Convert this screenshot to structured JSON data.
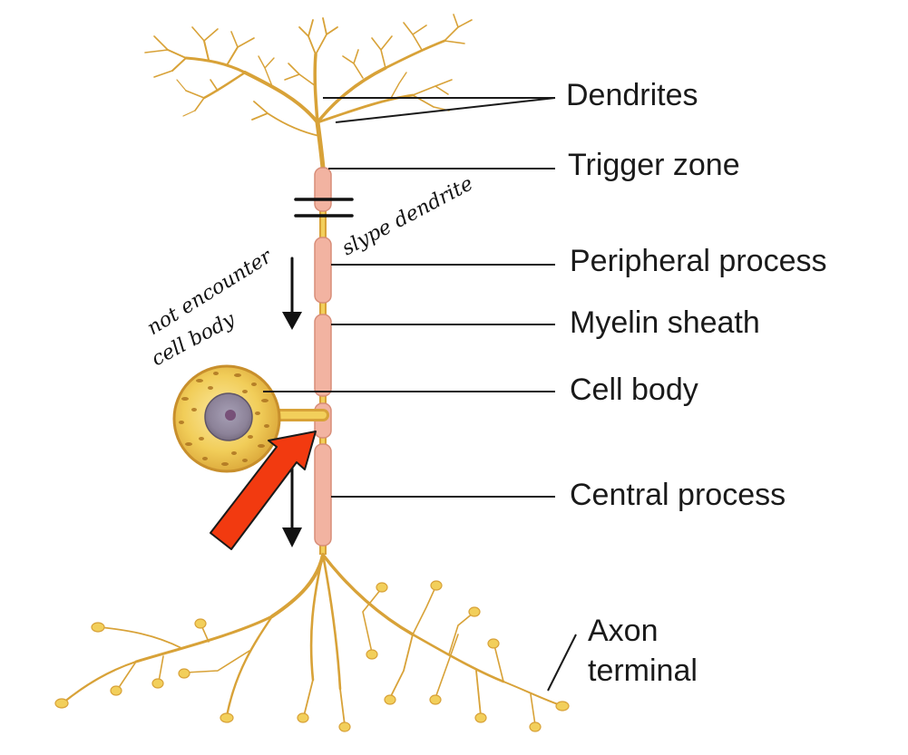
{
  "labels": {
    "dendrites": "Dendrites",
    "trigger_zone": "Trigger zone",
    "peripheral_process": "Peripheral process",
    "myelin_sheath": "Myelin sheath",
    "cell_body": "Cell body",
    "central_process": "Central process",
    "axon_terminal_line1": "Axon",
    "axon_terminal_line2": "terminal"
  },
  "annotations": {
    "handwritten_right": "slype dendrite",
    "handwritten_left_line1": "not encounter",
    "handwritten_left_line2": "cell body"
  },
  "colors": {
    "neuron": "#d8a238",
    "neuron_light": "#f2cf5b",
    "myelin": "#f2b3a1",
    "myelin_edge": "#d88d78",
    "leader": "#1a1a1a",
    "pointer_arrow": "#f23a10"
  }
}
